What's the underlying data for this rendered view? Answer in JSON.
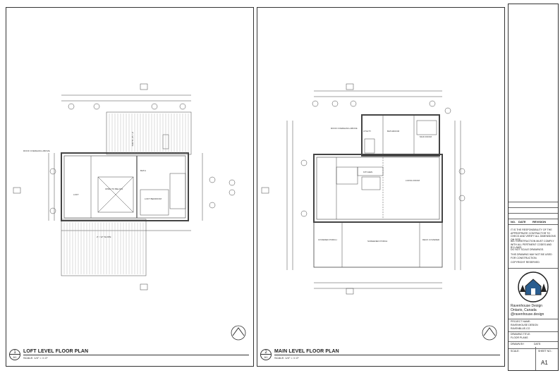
{
  "drawings": [
    {
      "number": "1",
      "sheet_ref": "A1",
      "title": "LOFT LEVEL FLOOR PLAN",
      "scale": "SCALE: 1/4\" = 1'-0\""
    },
    {
      "number": "2",
      "sheet_ref": "A1",
      "title": "MAIN LEVEL FLOOR PLAN",
      "scale": "SCALE: 1/4\" = 1'-0\""
    }
  ],
  "loft_labels": {
    "roof_overhang_above": "ROOF OVERHANG ABOVE",
    "loft": "LOFT",
    "open_to_below": "OPEN TO BELOW",
    "loft_bedroom": "LOFT BEDROOM",
    "bath": "BATH",
    "slope": "2\" / 12\" SLOPE"
  },
  "main_labels": {
    "kitchen": "KITCHEN",
    "living_room": "LIVING ROOM",
    "bathroom": "BATHROOM",
    "utility": "UTILITY",
    "mud_room": "MUD ROOM",
    "screened_porch": "SCREENED PORCH",
    "covered_porch": "COVERED PORCH",
    "deck_covered": "DECK COVERED",
    "roof_overhang": "ROOF OVERHANG ABOVE"
  },
  "titleblock": {
    "rev_no": "NO.",
    "rev_date": "DATE",
    "rev_revision": "REVISION",
    "notes": [
      "IT IS THE RESPONSIBILITY OF THE APPROPRIATE CONTRACTOR TO CHECK AND VERIFY ALL DIMENSIONS ON SITE.",
      "ALL CONSTRUCTION MUST COMPLY WITH ALL PERTINENT CODES AND BY-LAWS.",
      "DO NOT SCALE DRAWINGS.",
      "THIS DRAWING MAY NOT BE USED FOR CONSTRUCTION.",
      "COPYRIGHT RESERVED"
    ],
    "firm_name": "Ravenhouse Design",
    "firm_location": "Ontario, Canada",
    "firm_social": "@ravenhouse.design",
    "project_label": "PROJECT NAME:",
    "project_name": "RAVENHOUSE DESIGN",
    "project_sub": "RAVENBLUE-CO",
    "drawing_label": "DRAWING TITLE:",
    "drawing_name": "FLOOR PLANS",
    "drawn_label": "DRAWN BY:",
    "date_label": "DATE:",
    "scale_label": "SCALE:",
    "sheet_label": "SHEET NO.:",
    "sheet_no": "A1"
  },
  "colors": {
    "line": "#333333",
    "light": "#888888",
    "logo_blue": "#2a5d8f"
  }
}
